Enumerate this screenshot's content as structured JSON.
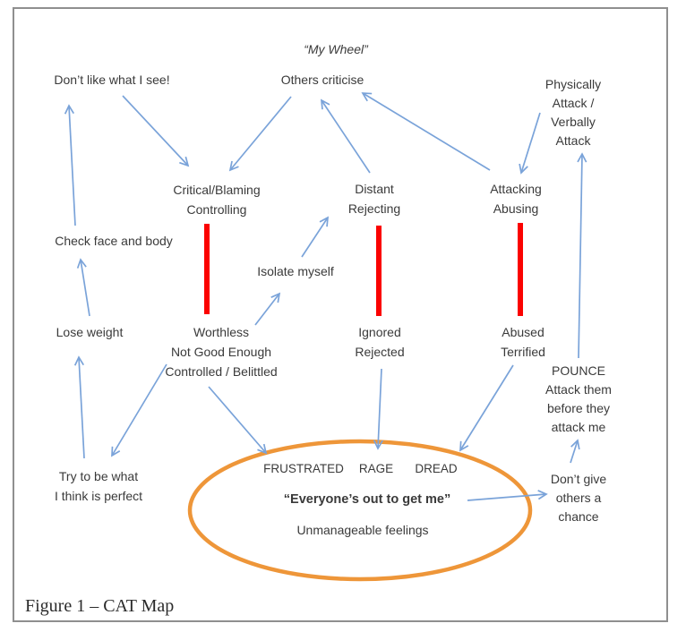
{
  "title": "“My Wheel”",
  "caption": "Figure 1 – CAT Map",
  "colors": {
    "arrow": "#7aa3d9",
    "bar": "#fb0200",
    "ellipse": "#ee9639",
    "text": "#3a3a3a",
    "border": "#8f8f8f"
  },
  "nodes": {
    "dont_like": {
      "text": "Don’t like what I see!"
    },
    "others_criticise": {
      "text": "Others criticise"
    },
    "physically_attack": {
      "lines": [
        "Physically",
        "Attack /",
        "Verbally",
        "Attack"
      ]
    },
    "critical": {
      "lines": [
        "Critical/Blaming",
        "Controlling"
      ]
    },
    "distant": {
      "lines": [
        "Distant",
        "Rejecting"
      ]
    },
    "attacking": {
      "lines": [
        "Attacking",
        "Abusing"
      ]
    },
    "check_face": {
      "text": "Check face and body"
    },
    "isolate": {
      "text": "Isolate myself"
    },
    "lose_weight": {
      "text": "Lose weight"
    },
    "worthless": {
      "lines": [
        "Worthless",
        "Not Good Enough",
        "Controlled / Belittled"
      ]
    },
    "ignored": {
      "lines": [
        "Ignored",
        "Rejected"
      ]
    },
    "abused": {
      "lines": [
        "Abused",
        "Terrified"
      ]
    },
    "pounce": {
      "lines": [
        "POUNCE",
        "Attack them",
        "before they",
        "attack me"
      ]
    },
    "try_perfect": {
      "lines": [
        "Try to be what",
        "I think is perfect"
      ]
    },
    "frustrated": {
      "text": "FRUSTRATED"
    },
    "rage": {
      "text": "RAGE"
    },
    "dread": {
      "text": "DREAD"
    },
    "everyone": {
      "text": "“Everyone’s out to get me”"
    },
    "unmanageable": {
      "text": "Unmanageable feelings"
    },
    "dont_give": {
      "lines": [
        "Don’t give",
        "others a",
        "chance"
      ]
    }
  },
  "edges": [
    {
      "from": "check-face-and-body",
      "to": "dont-like-what-i-see"
    },
    {
      "from": "dont-like-what-i-see",
      "to": "critical-blaming-controlling"
    },
    {
      "from": "others-criticise",
      "to": "critical-blaming-controlling"
    },
    {
      "from": "distant-rejecting",
      "to": "others-criticise"
    },
    {
      "from": "attacking-abusing",
      "to": "others-criticise"
    },
    {
      "from": "physically-verbally-attack",
      "to": "attacking-abusing"
    },
    {
      "from": "pounce",
      "to": "physically-verbally-attack"
    },
    {
      "from": "worthless",
      "to": "isolate-myself"
    },
    {
      "from": "isolate-myself",
      "to": "distant-rejecting"
    },
    {
      "from": "worthless",
      "to": "try-to-be-what-i-think-is-perfect"
    },
    {
      "from": "try-to-be-what-i-think-is-perfect",
      "to": "lose-weight"
    },
    {
      "from": "lose-weight",
      "to": "check-face-and-body"
    },
    {
      "from": "worthless",
      "to": "frustrated"
    },
    {
      "from": "ignored-rejected",
      "to": "rage"
    },
    {
      "from": "abused-terrified",
      "to": "dread"
    },
    {
      "from": "everyones-out-to-get-me",
      "to": "dont-give-others-a-chance"
    },
    {
      "from": "dont-give-others-a-chance",
      "to": "pounce"
    }
  ],
  "barriers": [
    {
      "between": [
        "critical-blaming-controlling",
        "worthless"
      ]
    },
    {
      "between": [
        "distant-rejecting",
        "ignored-rejected"
      ]
    },
    {
      "between": [
        "attacking-abusing",
        "abused-terrified"
      ]
    }
  ]
}
